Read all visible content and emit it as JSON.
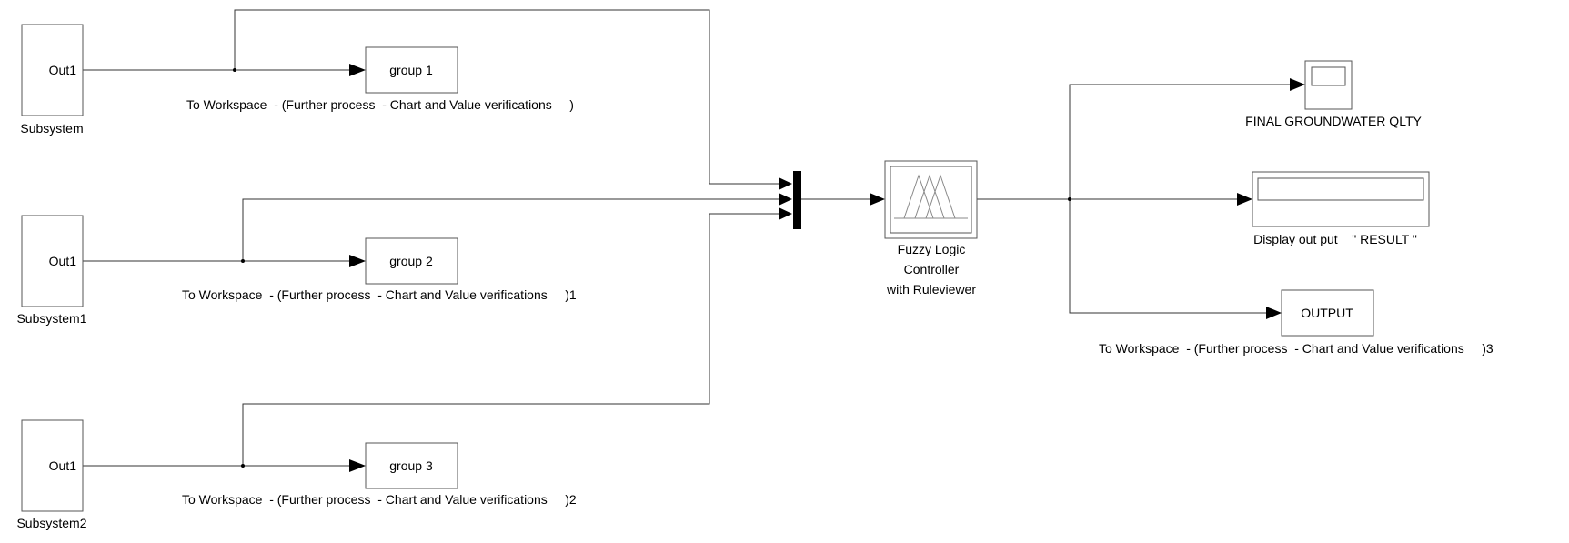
{
  "subsystems": [
    {
      "port_label": "Out1",
      "name": "Subsystem"
    },
    {
      "port_label": "Out1",
      "name": "Subsystem1"
    },
    {
      "port_label": "Out1",
      "name": "Subsystem2"
    }
  ],
  "workspace_blocks": [
    {
      "label": "group 1",
      "caption": "To Workspace  - (Further process  - Chart and Value verifications     )"
    },
    {
      "label": "group 2",
      "caption": "To Workspace  - (Further process  - Chart and Value verifications     )1"
    },
    {
      "label": "group 3",
      "caption": "To Workspace  - (Further process  - Chart and Value verifications     )2"
    }
  ],
  "fuzzy": {
    "line1": "Fuzzy Logic",
    "line2": "Controller",
    "line3": "with Ruleviewer"
  },
  "scope": {
    "name": "FINAL GROUNDWATER QLTY"
  },
  "display": {
    "name": "Display out put    \" RESULT \""
  },
  "output": {
    "label": "OUTPUT",
    "caption": "To Workspace  - (Further process  - Chart and Value verifications     )3"
  }
}
